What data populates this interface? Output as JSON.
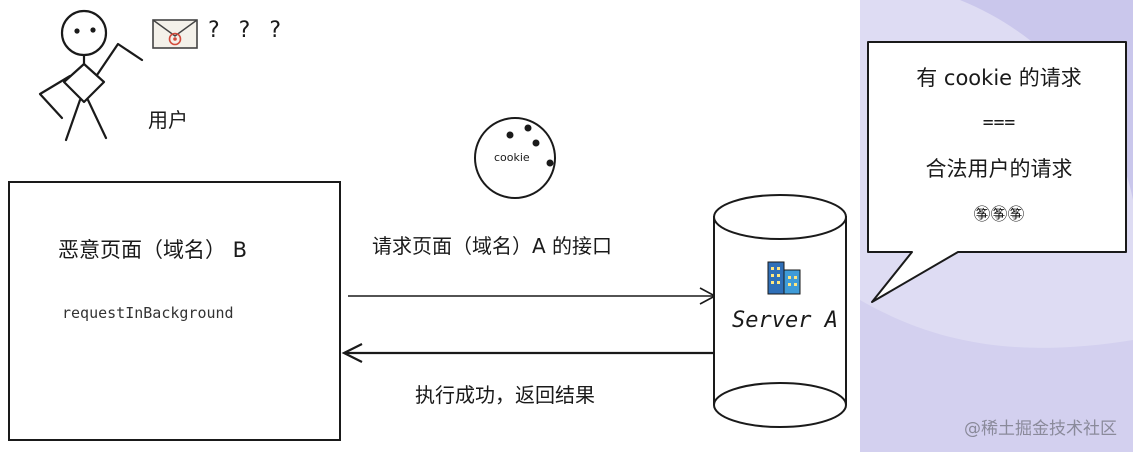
{
  "labels": {
    "user": "用户",
    "question_marks": "? ? ?",
    "malicious_page": "恶意页面（域名） B",
    "code": "requestInBackground",
    "cookie": "cookie",
    "request": "请求页面（域名）A 的接口",
    "response": "执行成功，返回结果",
    "server": "Server A"
  },
  "bubble": {
    "line1": "有 cookie 的请求",
    "line2": "===",
    "line3": "合法用户的请求",
    "line4": "㉇㉇㉇"
  },
  "watermark": "@稀土掘金技术社区",
  "colors": {
    "bg_blob": "#d9d8f2",
    "bg_blob_dark": "#c4c2e8",
    "ink": "#1a1a1a",
    "envelope_at": "#d24b3c",
    "building": "#2a7fc9"
  }
}
